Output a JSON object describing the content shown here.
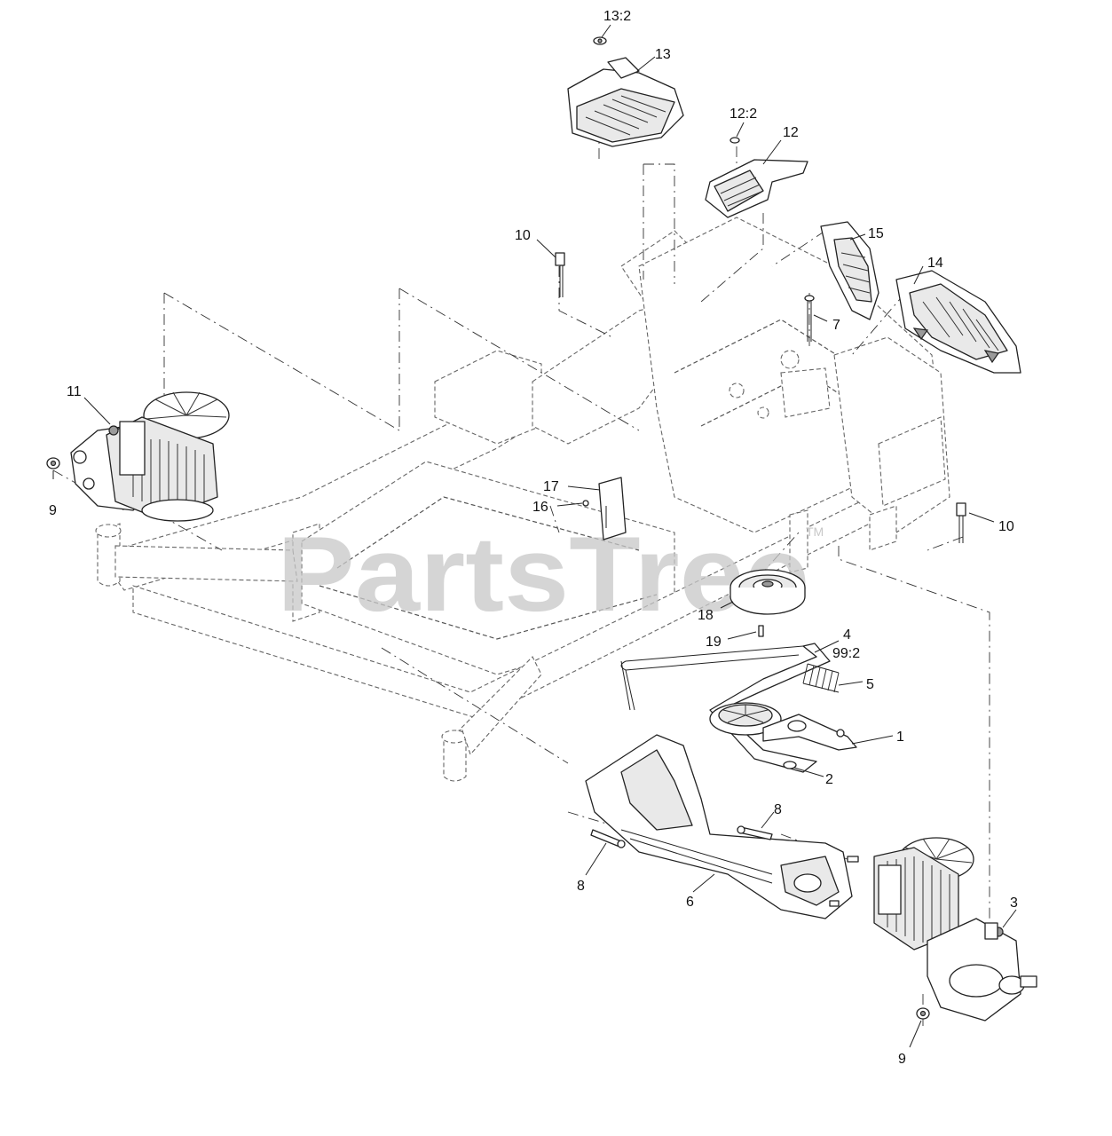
{
  "watermark": {
    "text": "PartsTree",
    "trademark": "TM"
  },
  "colors": {
    "line": "#222222",
    "watermark": "#c8c8c8",
    "background": "#ffffff"
  },
  "callouts": [
    {
      "id": "c-13-2",
      "text": "13:2"
    },
    {
      "id": "c-13",
      "text": "13"
    },
    {
      "id": "c-12-2",
      "text": "12:2"
    },
    {
      "id": "c-12",
      "text": "12"
    },
    {
      "id": "c-10a",
      "text": "10"
    },
    {
      "id": "c-15",
      "text": "15"
    },
    {
      "id": "c-14",
      "text": "14"
    },
    {
      "id": "c-7",
      "text": "7"
    },
    {
      "id": "c-11",
      "text": "11"
    },
    {
      "id": "c-9a",
      "text": "9"
    },
    {
      "id": "c-17",
      "text": "17"
    },
    {
      "id": "c-16",
      "text": "16"
    },
    {
      "id": "c-10b",
      "text": "10"
    },
    {
      "id": "c-18",
      "text": "18"
    },
    {
      "id": "c-19",
      "text": "19"
    },
    {
      "id": "c-4",
      "text": "4"
    },
    {
      "id": "c-99-2",
      "text": "99:2"
    },
    {
      "id": "c-5",
      "text": "5"
    },
    {
      "id": "c-1",
      "text": "1"
    },
    {
      "id": "c-2",
      "text": "2"
    },
    {
      "id": "c-8a",
      "text": "8"
    },
    {
      "id": "c-8b",
      "text": "8"
    },
    {
      "id": "c-6",
      "text": "6"
    },
    {
      "id": "c-3",
      "text": "3"
    },
    {
      "id": "c-9b",
      "text": "9"
    }
  ]
}
